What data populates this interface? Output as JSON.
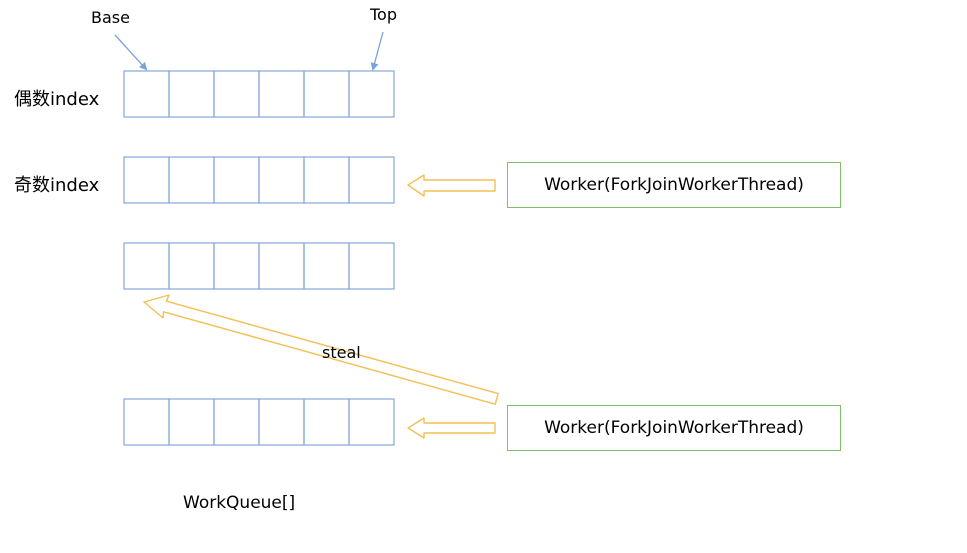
{
  "labels": {
    "base": "Base",
    "top": "Top",
    "even_index": "偶数index",
    "odd_index": "奇数index",
    "steal": "steal",
    "caption": "WorkQueue[]"
  },
  "workers": [
    {
      "label": "Worker(ForkJoinWorkerThread)"
    },
    {
      "label": "Worker(ForkJoinWorkerThread)"
    }
  ],
  "queue_cells_per_row": 6,
  "colors": {
    "cell_border": "#86a8d8",
    "worker_border": "#7fbf66",
    "arrow_outline": "#f2c055",
    "pointer_arrow": "#7ba4d6"
  }
}
